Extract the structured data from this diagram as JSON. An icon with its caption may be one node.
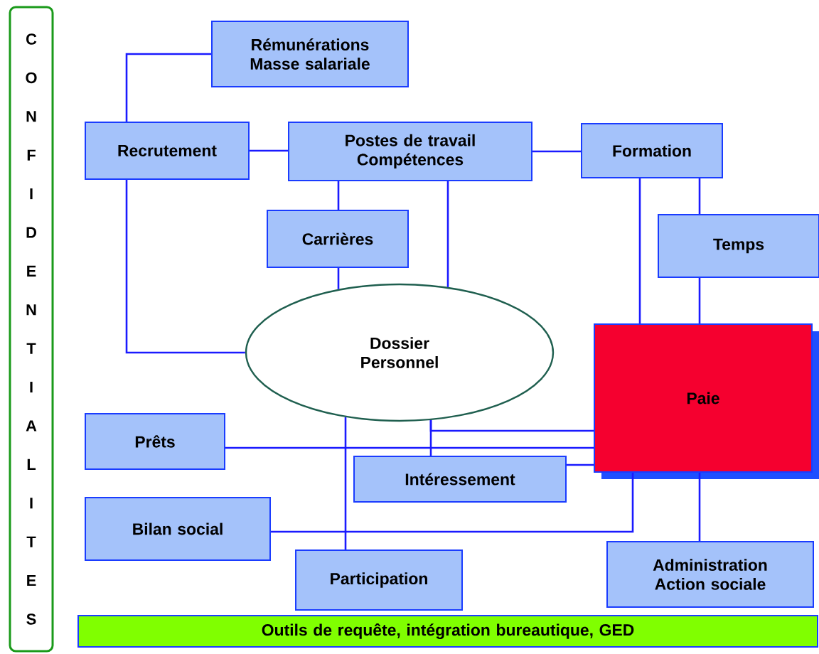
{
  "diagram": {
    "nodes": [
      {
        "text": [
          "CONFIDENTIALITES"
        ]
      },
      {
        "text": [
          "Rémunérations Masse salariale"
        ]
      },
      {
        "text": [
          "Recrutement"
        ]
      },
      {
        "text": [
          "Postes de travail Compétences"
        ]
      },
      {
        "text": [
          "Formation"
        ]
      },
      {
        "text": [
          "Carrières"
        ]
      },
      {
        "text": [
          "Temps"
        ]
      },
      {
        "text": [
          "Dossier Personnel"
        ]
      },
      {
        "text": [
          "Paie"
        ]
      },
      {
        "text": [
          "Prêts"
        ]
      },
      {
        "text": [
          "Intéressement"
        ]
      },
      {
        "text": [
          "Bilan social"
        ]
      },
      {
        "text": [
          "Participation"
        ]
      },
      {
        "text": [
          "Administration Action sociale"
        ]
      },
      {
        "text": [
          "Outils de requête, intégration bureautique, GED"
        ]
      }
    ],
    "edges": [
      {
        "from": 2,
        "to": 1,
        "arrow": "none"
      },
      {
        "from": 2,
        "to": 3,
        "arrow": "none"
      },
      {
        "from": 3,
        "to": 4,
        "arrow": "none"
      },
      {
        "from": 3,
        "to": 5,
        "arrow": "none"
      },
      {
        "from": 5,
        "to": 7,
        "arrow": "none"
      },
      {
        "from": 3,
        "to": 7,
        "arrow": "none"
      },
      {
        "from": 2,
        "to": 7,
        "arrow": "none"
      },
      {
        "from": 4,
        "to": 8,
        "arrow": "none"
      },
      {
        "from": 4,
        "to": 6,
        "arrow": "none"
      },
      {
        "from": 6,
        "to": 8,
        "arrow": "none"
      },
      {
        "from": 7,
        "to": 8,
        "arrow": "none"
      },
      {
        "from": 7,
        "to": 10,
        "arrow": "none"
      },
      {
        "from": 9,
        "to": 8,
        "arrow": "none"
      },
      {
        "from": 10,
        "to": 8,
        "arrow": "none"
      },
      {
        "from": 7,
        "to": 12,
        "arrow": "none"
      },
      {
        "from": 11,
        "to": 8,
        "arrow": "none"
      },
      {
        "from": 8,
        "to": 13,
        "arrow": "none"
      }
    ]
  }
}
